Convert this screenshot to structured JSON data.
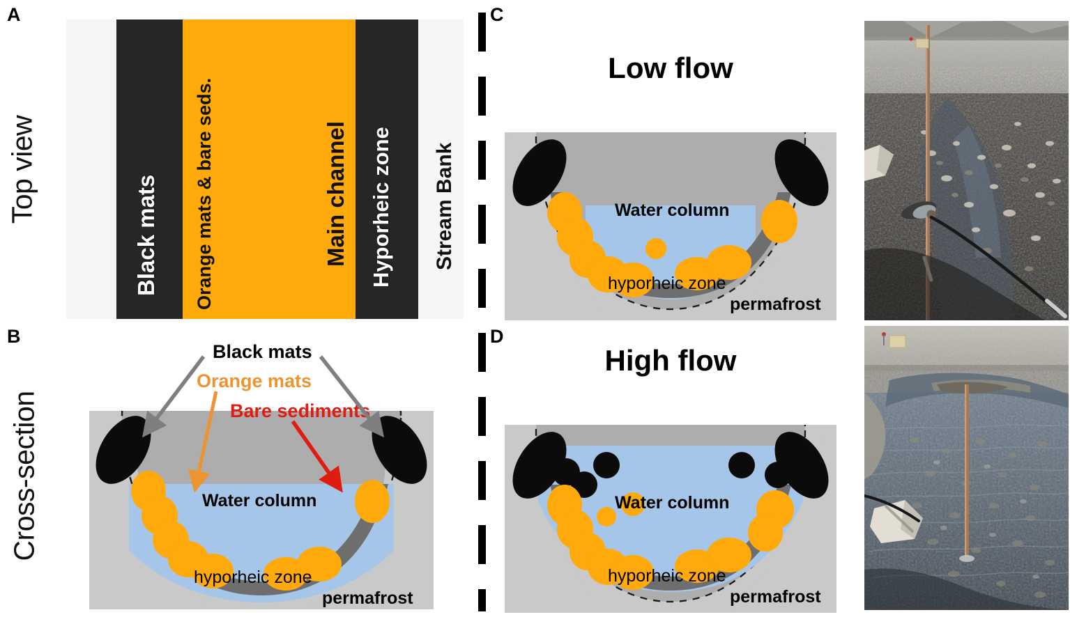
{
  "figure": {
    "panels": [
      {
        "id": "A",
        "letter": "A",
        "row_label": "Top view"
      },
      {
        "id": "B",
        "letter": "B",
        "row_label": "Cross-section"
      },
      {
        "id": "C",
        "letter": "C",
        "title": "Low flow"
      },
      {
        "id": "D",
        "letter": "D",
        "title": "High flow"
      }
    ]
  },
  "row_labels": {
    "top_view": "Top view",
    "cross_section": "Cross-section"
  },
  "panel_a": {
    "letter": "A",
    "bands": [
      {
        "name": "stream-bank-left",
        "label": "",
        "fill": "gravel"
      },
      {
        "name": "black-mats-left",
        "label": "Black mats",
        "fill": "#262626",
        "text_color": "#ffffff"
      },
      {
        "name": "main-channel",
        "label": "Main channel",
        "fill": "#FFA90A",
        "text_color": "#111111"
      },
      {
        "name": "orange-mats-bare-seds",
        "label": "Orange mats & bare seds.",
        "fill": "#FFA90A",
        "text_color": "#111111"
      },
      {
        "name": "hyporheic-zone-right",
        "label": "Hyporheic zone",
        "fill": "#262626",
        "text_color": "#ffffff"
      },
      {
        "name": "stream-bank-right",
        "label": "Stream Bank",
        "fill": "gravel",
        "text_color": "#111111"
      }
    ]
  },
  "panel_b": {
    "letter": "B",
    "labels": {
      "black_mats": "Black mats",
      "orange_mats": "Orange mats",
      "bare_sediments": "Bare sediments",
      "water_column": "Water column",
      "hyporheic_zone": "hyporheic zone",
      "permafrost": "permafrost"
    }
  },
  "panel_c": {
    "letter": "C",
    "title": "Low flow",
    "labels": {
      "water_column": "Water column",
      "hyporheic_zone": "hyporheic zone",
      "permafrost": "permafrost"
    }
  },
  "panel_d": {
    "letter": "D",
    "title": "High flow",
    "labels": {
      "water_column": "Water column",
      "hyporheic_zone": "hyporheic zone",
      "permafrost": "permafrost"
    }
  },
  "photos": [
    {
      "name": "photo-low-flow",
      "alt": "Arctic stream at low flow with measuring rod, sensor and cable on dark gravel bed"
    },
    {
      "name": "photo-high-flow",
      "alt": "Arctic stream at high flow with measuring rod submerged in shallow braided channel"
    }
  ],
  "colors": {
    "orange_mat": "#FFA90A",
    "black_mat": "#0B0B0B",
    "water": "#A5C6E8",
    "permafrost": "#C9C9C9",
    "hyporheic": "#ADADAD",
    "streambed": "#6E6E6E",
    "arrow_gray": "#7F7F7F",
    "arrow_orange": "#ED9432",
    "arrow_red": "#E01B10",
    "channel_black": "#262626",
    "divider": "#000000"
  }
}
